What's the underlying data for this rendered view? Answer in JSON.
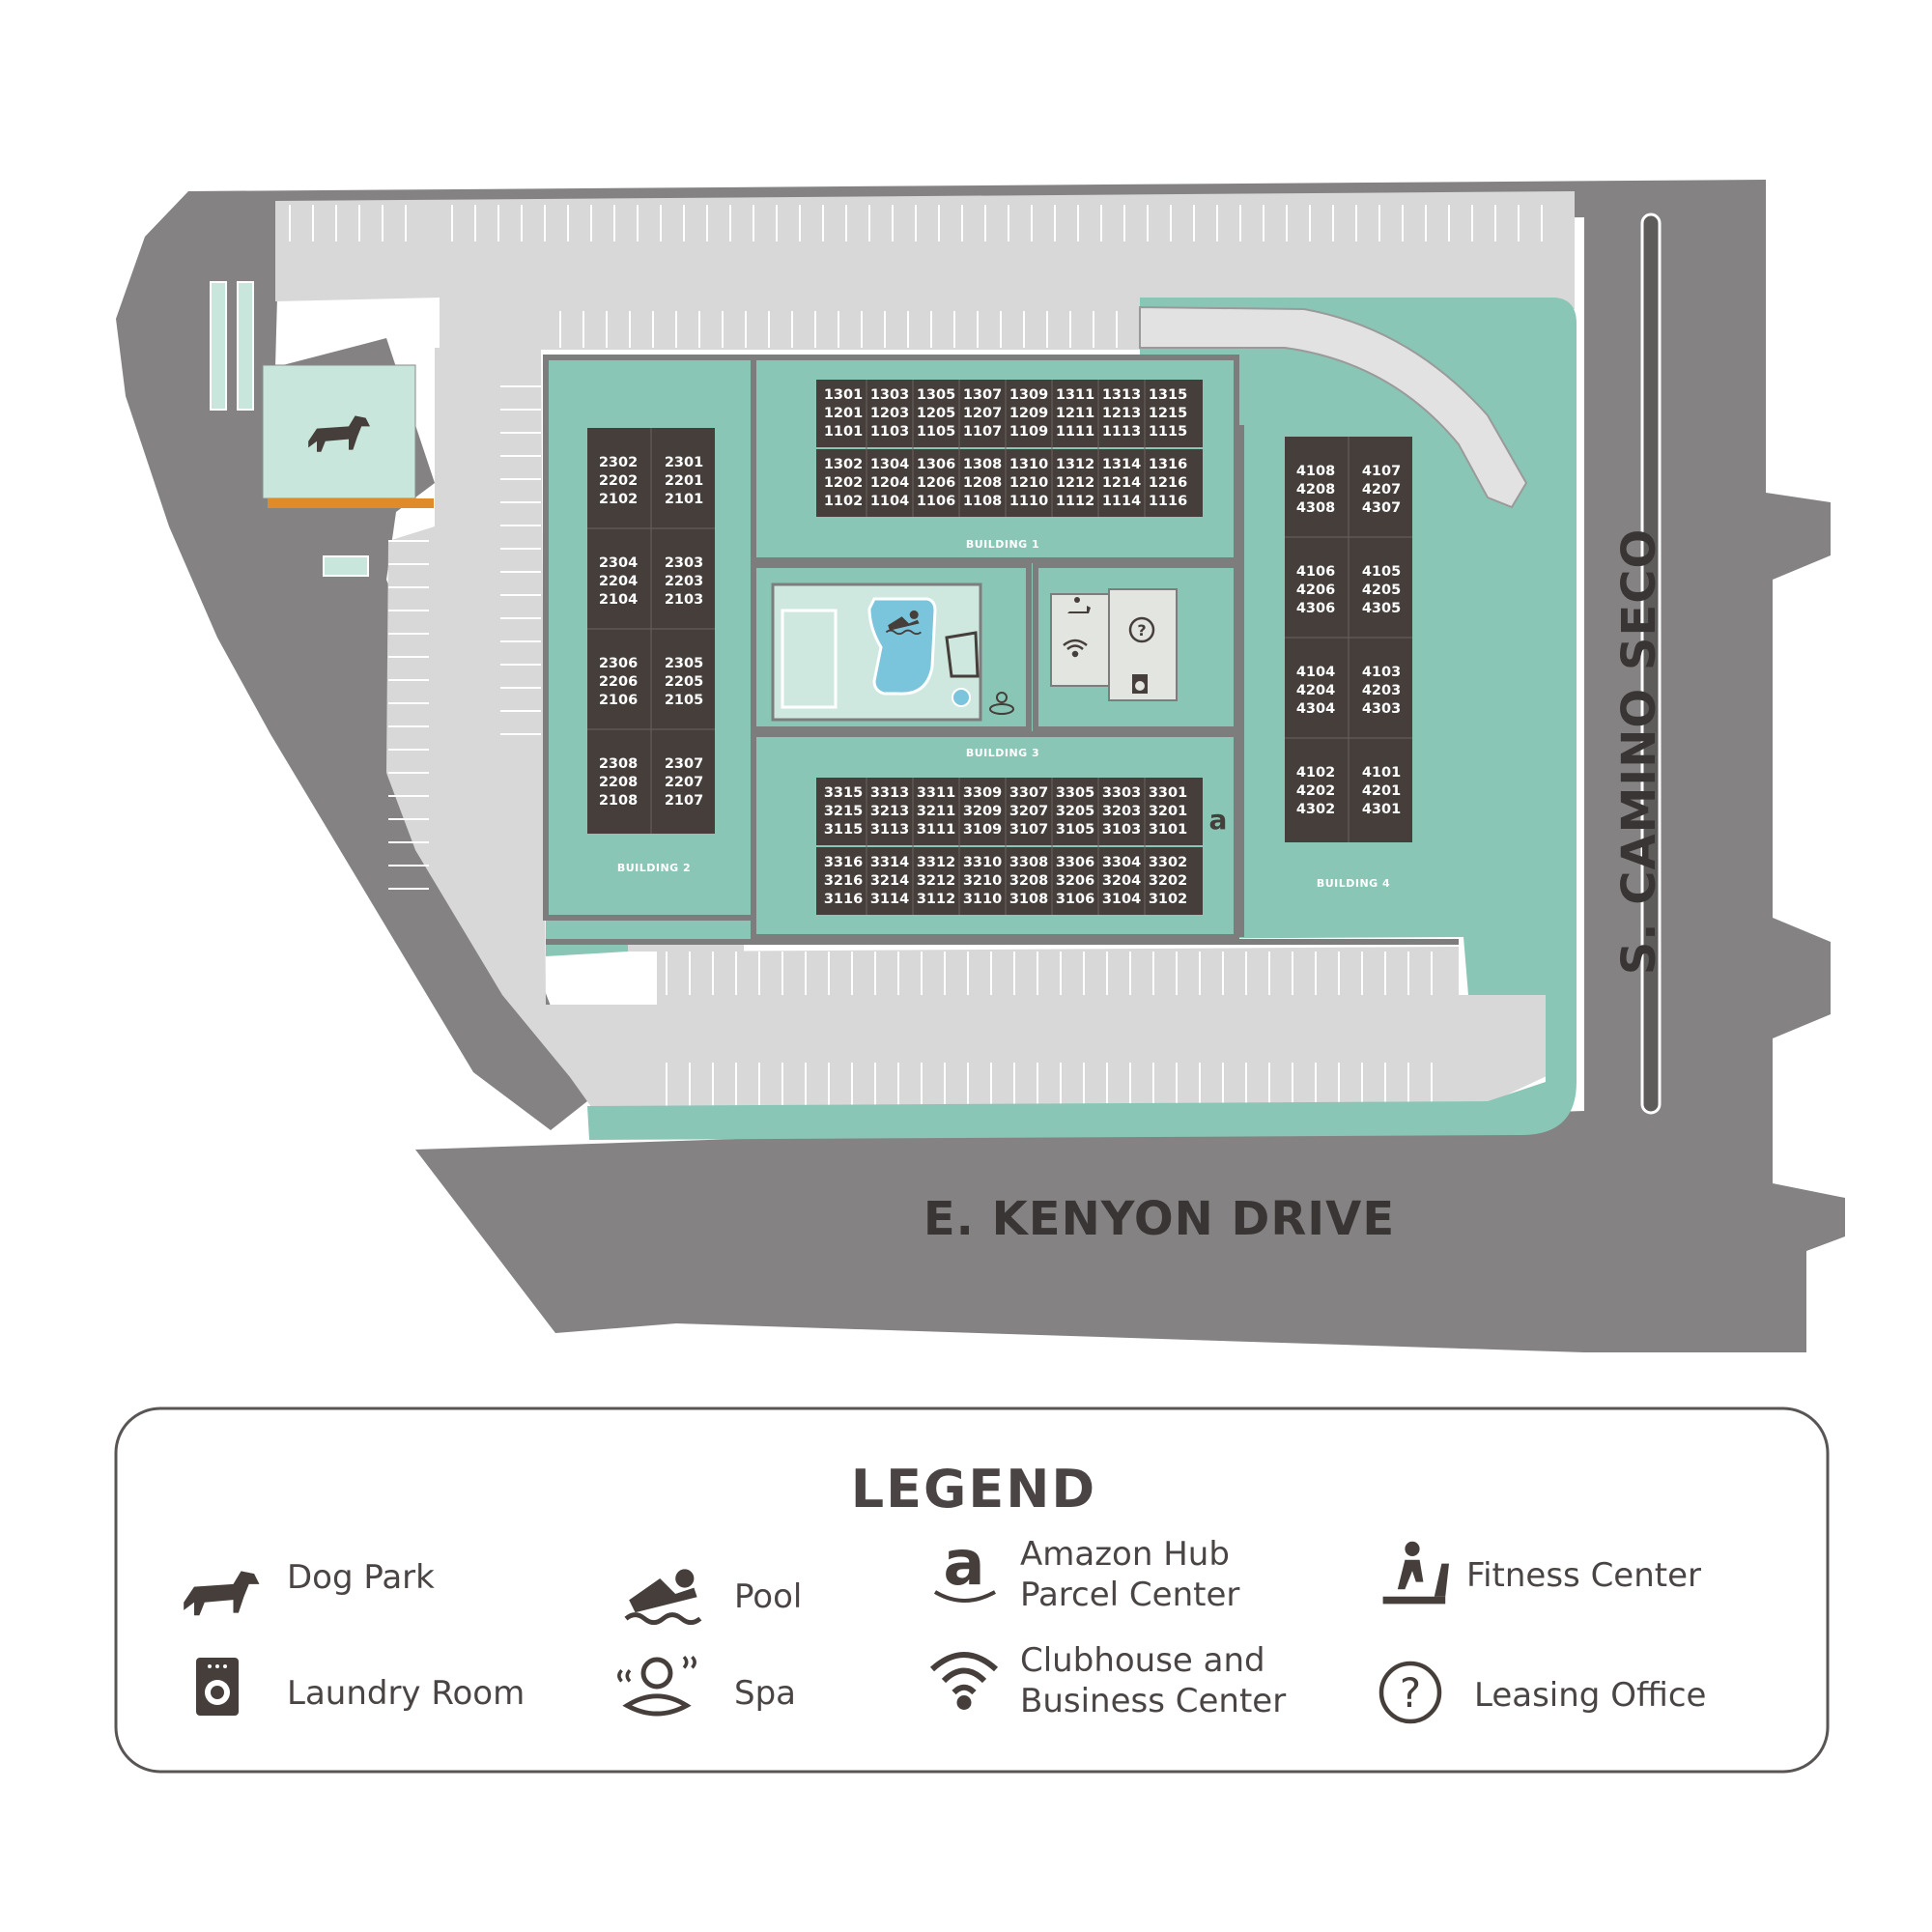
{
  "streets": {
    "south": "E. KENYON DRIVE",
    "east": "S. CAMINO SECO"
  },
  "buildings": [
    {
      "name": "BUILDING 1",
      "rows": [
        [
          "1301",
          "1303",
          "1305",
          "1307",
          "1309",
          "1311",
          "1313",
          "1315"
        ],
        [
          "1201",
          "1203",
          "1205",
          "1207",
          "1209",
          "1211",
          "1213",
          "1215"
        ],
        [
          "1101",
          "1103",
          "1105",
          "1107",
          "1109",
          "1111",
          "1113",
          "1115"
        ],
        [
          "1302",
          "1304",
          "1306",
          "1308",
          "1310",
          "1312",
          "1314",
          "1316"
        ],
        [
          "1202",
          "1204",
          "1206",
          "1208",
          "1210",
          "1212",
          "1214",
          "1216"
        ],
        [
          "1102",
          "1104",
          "1106",
          "1108",
          "1110",
          "1112",
          "1114",
          "1116"
        ]
      ]
    },
    {
      "name": "BUILDING 2",
      "groups": [
        {
          "left": [
            "2302",
            "2202",
            "2102"
          ],
          "right": [
            "2301",
            "2201",
            "2101"
          ]
        },
        {
          "left": [
            "2304",
            "2204",
            "2104"
          ],
          "right": [
            "2303",
            "2203",
            "2103"
          ]
        },
        {
          "left": [
            "2306",
            "2206",
            "2106"
          ],
          "right": [
            "2305",
            "2205",
            "2105"
          ]
        },
        {
          "left": [
            "2308",
            "2208",
            "2108"
          ],
          "right": [
            "2307",
            "2207",
            "2107"
          ]
        }
      ]
    },
    {
      "name": "BUILDING 3",
      "rows": [
        [
          "3315",
          "3313",
          "3311",
          "3309",
          "3307",
          "3305",
          "3303",
          "3301"
        ],
        [
          "3215",
          "3213",
          "3211",
          "3209",
          "3207",
          "3205",
          "3203",
          "3201"
        ],
        [
          "3115",
          "3113",
          "3111",
          "3109",
          "3107",
          "3105",
          "3103",
          "3101"
        ],
        [
          "3316",
          "3314",
          "3312",
          "3310",
          "3308",
          "3306",
          "3304",
          "3302"
        ],
        [
          "3216",
          "3214",
          "3212",
          "3210",
          "3208",
          "3206",
          "3204",
          "3202"
        ],
        [
          "3116",
          "3114",
          "3112",
          "3110",
          "3108",
          "3106",
          "3104",
          "3102"
        ]
      ]
    },
    {
      "name": "BUILDING 4",
      "groups": [
        {
          "left": [
            "4108",
            "4208",
            "4308"
          ],
          "right": [
            "4107",
            "4207",
            "4307"
          ]
        },
        {
          "left": [
            "4106",
            "4206",
            "4306"
          ],
          "right": [
            "4105",
            "4205",
            "4305"
          ]
        },
        {
          "left": [
            "4104",
            "4204",
            "4304"
          ],
          "right": [
            "4103",
            "4203",
            "4303"
          ]
        },
        {
          "left": [
            "4102",
            "4202",
            "4302"
          ],
          "right": [
            "4101",
            "4201",
            "4301"
          ]
        }
      ]
    }
  ],
  "legend": {
    "title": "LEGEND",
    "items": [
      {
        "icon": "dog-icon",
        "label": "Dog Park"
      },
      {
        "icon": "swimmer-icon",
        "label": "Pool"
      },
      {
        "icon": "amazon-icon",
        "label_line1": "Amazon Hub",
        "label_line2": "Parcel Center"
      },
      {
        "icon": "treadmill-icon",
        "label": "Fitness Center"
      },
      {
        "icon": "laundry-icon",
        "label": "Laundry Room"
      },
      {
        "icon": "spa-icon",
        "label": "Spa"
      },
      {
        "icon": "wifi-icon",
        "label_line1": "Clubhouse and",
        "label_line2": "Business Center"
      },
      {
        "icon": "question-icon",
        "label": "Leasing Office"
      }
    ]
  },
  "colors": {
    "road": "#848282",
    "parking": "#d8d8d8",
    "grass": "#8ac6b5",
    "building": "#463e3b",
    "pool": "#7ac4dc",
    "dog_park": "#c9e6dc",
    "text": "#4a4444"
  }
}
